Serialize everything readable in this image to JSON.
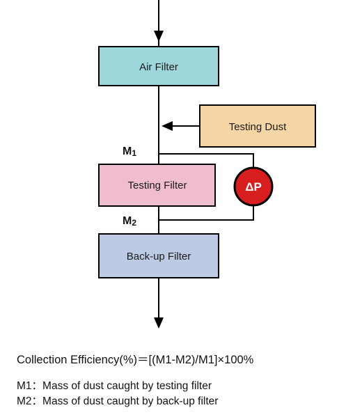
{
  "diagram": {
    "air_filter": "Air Filter",
    "testing_dust": "Testing Dust",
    "testing_filter": "Testing Filter",
    "backup_filter": "Back-up Filter",
    "m1_letter": "M",
    "m1_sub": "1",
    "m2_letter": "M",
    "m2_sub": "2",
    "delta": "Δ",
    "p": "P",
    "colors": {
      "air_filter_fill": "#9dd7dc",
      "testing_dust_fill": "#f7d6a5",
      "testing_filter_fill": "#f0bcd0",
      "backup_filter_fill": "#bccae4",
      "dp_circle_fill": "#d81e1e"
    }
  },
  "formula": "Collection Efficiency(%)＝[(M1-M2)/M1]×100%",
  "definitions": [
    "M1：Mass of dust caught by testing filter",
    "M2：Mass of dust caught by back-up filter"
  ]
}
